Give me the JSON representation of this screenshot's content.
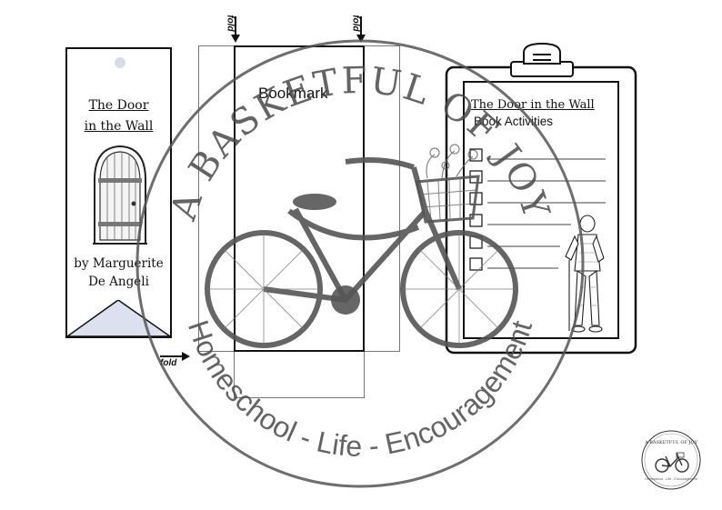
{
  "bookmark_preview": {
    "book_title_line1": "The Door",
    "book_title_line2": "in the Wall",
    "author_line1": "by Marguerite",
    "author_line2": "De Angeli"
  },
  "center_bookmark": {
    "label": "Bookmark"
  },
  "fold_labels": {
    "top_left": "fold",
    "top_right": "fold",
    "bottom_left": "fold"
  },
  "clipboard": {
    "title": "The Door in the Wall",
    "subtitle": "Book Activities",
    "checklist_count_visible": 6
  },
  "watermark": {
    "arc_top": "A BASKETFUL OF JOY",
    "arc_bottom": "Homeschool - Life - Encouragement"
  },
  "logo_badge": {
    "text_top": "A BASKETFUL OF JOY",
    "text_bottom": "Homeschool - Life - Encouragement"
  },
  "colors": {
    "ink": "#111111",
    "watermark": "#4a4a4a",
    "triangle_fill": "#dde0ee",
    "hole": "#d9dae6"
  }
}
